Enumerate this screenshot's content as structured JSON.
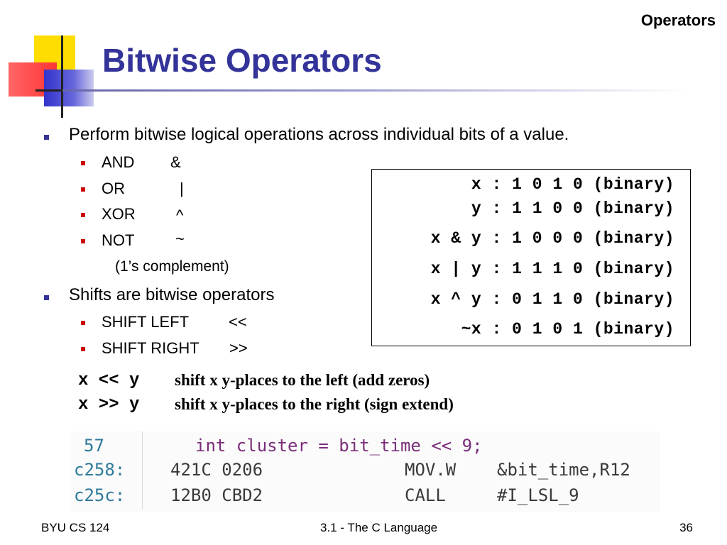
{
  "header": {
    "section_label": "Operators"
  },
  "slide": {
    "title": "Bitwise Operators"
  },
  "bullets": {
    "intro": "Perform bitwise logical operations across individual bits of a value.",
    "ops": [
      {
        "name": "AND",
        "symbol": "&"
      },
      {
        "name": "OR",
        "symbol": "|"
      },
      {
        "name": "XOR",
        "symbol": "^"
      },
      {
        "name": "NOT",
        "symbol": "~"
      }
    ],
    "not_note": "(1’s complement)",
    "shifts_intro": "Shifts are bitwise operators",
    "shift_ops": [
      {
        "name": "SHIFT LEFT",
        "symbol": "<<"
      },
      {
        "name": "SHIFT RIGHT",
        "symbol": ">>"
      }
    ]
  },
  "truth_box": [
    {
      "expr": "x",
      "bits": "1 0 1 0",
      "unit": "(binary)"
    },
    {
      "expr": "y",
      "bits": "1 1 0 0",
      "unit": "(binary)"
    },
    {
      "expr": "x & y",
      "bits": "1 0 0 0",
      "unit": "(binary)"
    },
    {
      "expr": "x | y",
      "bits": "1 1 1 0",
      "unit": "(binary)"
    },
    {
      "expr": "x ^ y",
      "bits": "0 1 1 0",
      "unit": "(binary)"
    },
    {
      "expr": "~x",
      "bits": "0 1 0 1",
      "unit": "(binary)"
    }
  ],
  "shift_examples": [
    {
      "code": "x << y",
      "desc": "shift x y-places to the left (add zeros)"
    },
    {
      "code": "x >> y",
      "desc": "shift x y-places to the right (sign extend)"
    }
  ],
  "assembly": {
    "source_line": {
      "line_no": "57",
      "code": "int cluster = bit_time << 9;"
    },
    "rows": [
      {
        "addr": "c258:",
        "opcode": "421C 0206",
        "mnemonic": "MOV.W",
        "operands": "&bit_time,R12"
      },
      {
        "addr": "c25c:",
        "opcode": "12B0 CBD2",
        "mnemonic": "CALL",
        "operands": "#I_LSL_9"
      }
    ]
  },
  "footer": {
    "left": "BYU CS 124",
    "center": "3.1 - The C Language",
    "page": "36"
  }
}
